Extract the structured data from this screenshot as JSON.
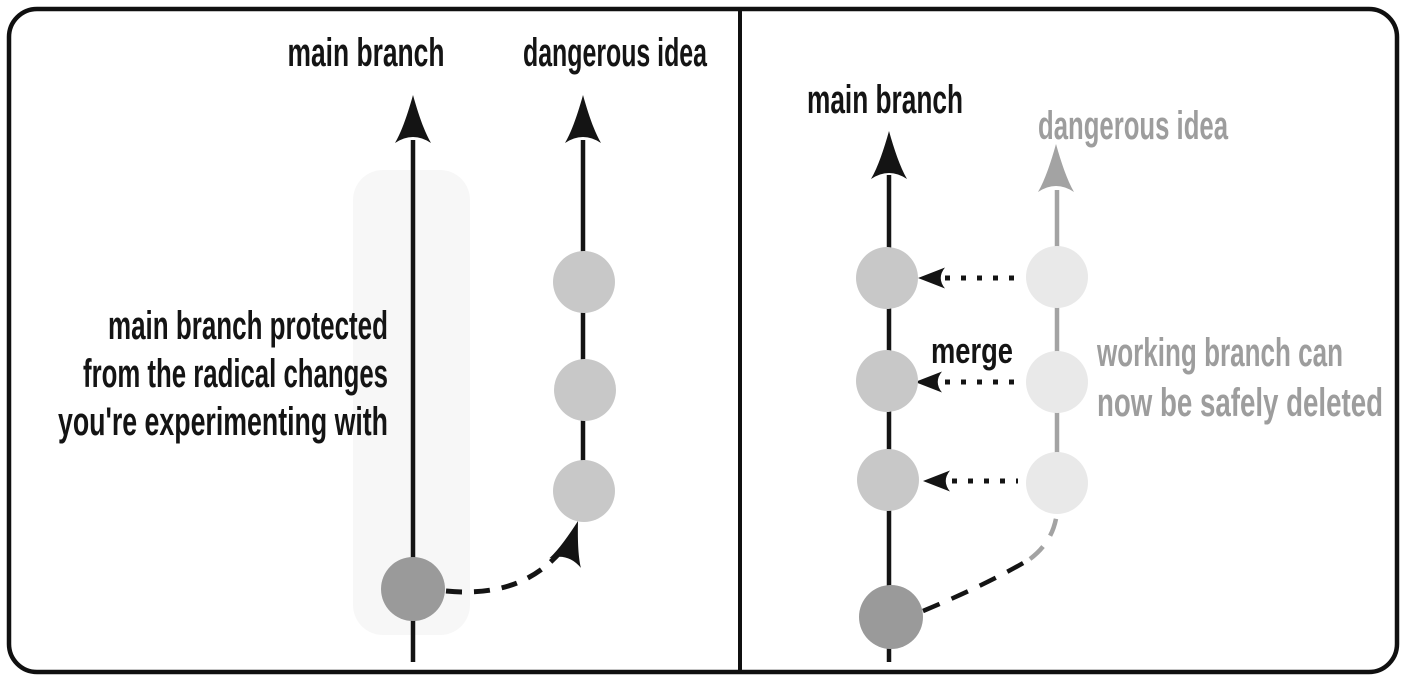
{
  "figure": {
    "left_panel": {
      "main_branch_label": "main branch",
      "dangerous_branch_label": "dangerous idea",
      "caption_lines": [
        "main branch protected",
        "from the radical changes",
        "you're experimenting with"
      ]
    },
    "right_panel": {
      "main_branch_label": "main branch",
      "dangerous_branch_label": "dangerous idea",
      "merge_label": "merge",
      "caption_lines": [
        "working branch can",
        "now be safely deleted"
      ]
    },
    "colors": {
      "ink_black": "#141414",
      "commit_gray": "#c8c8c8",
      "commit_faded_gray": "#e9e9e9",
      "commit_dark_gray": "#9a9a9a",
      "faded_branch_gray": "#a3a3a3",
      "faded_text_gray": "#9d9d9d",
      "highlight_background": "#f7f7f7",
      "frame_border": "#101010"
    }
  }
}
